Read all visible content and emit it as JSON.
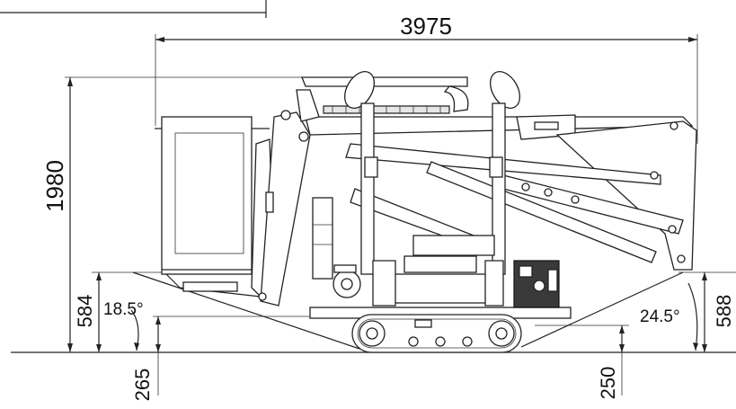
{
  "dimensions": {
    "overall_length": "3975",
    "stowed_height": "1980",
    "front_ground_height": "584",
    "rear_ground_height": "588",
    "front_clearance": "265",
    "ground_clearance": "250",
    "approach_angle": "18.5°",
    "departure_angle": "24.5°"
  },
  "colors": {
    "line": "#222222",
    "background": "#ffffff"
  }
}
